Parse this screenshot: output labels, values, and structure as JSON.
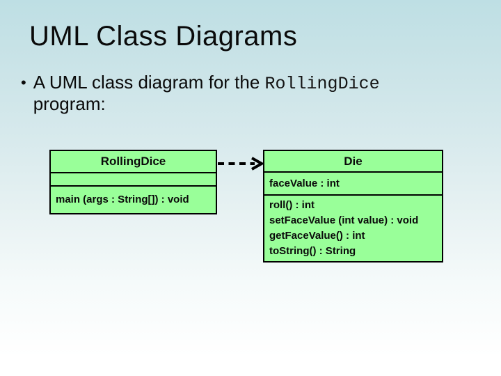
{
  "slide": {
    "title": "UML Class Diagrams",
    "bullet": {
      "text_before": "A UML class diagram for the ",
      "code": "RollingDice",
      "text_after": " program:"
    }
  },
  "diagram": {
    "type": "uml-class-diagram",
    "classes": [
      {
        "name": "RollingDice",
        "attributes": [],
        "methods": [
          "main (args : String[]) : void"
        ]
      },
      {
        "name": "Die",
        "attributes": [
          "faceValue : int"
        ],
        "methods": [
          "roll() : int",
          "setFaceValue (int value) : void",
          "getFaceValue() : int",
          "toString() : String"
        ]
      }
    ],
    "relationship": {
      "type": "dashed-dependency-arrow",
      "from": "RollingDice",
      "to": "Die"
    }
  },
  "colors": {
    "class_fill": "#99ff99",
    "class_border": "#000000",
    "background_top": "#bedfe4",
    "background_bottom": "#ffffff",
    "text": "#0a0a0a"
  }
}
